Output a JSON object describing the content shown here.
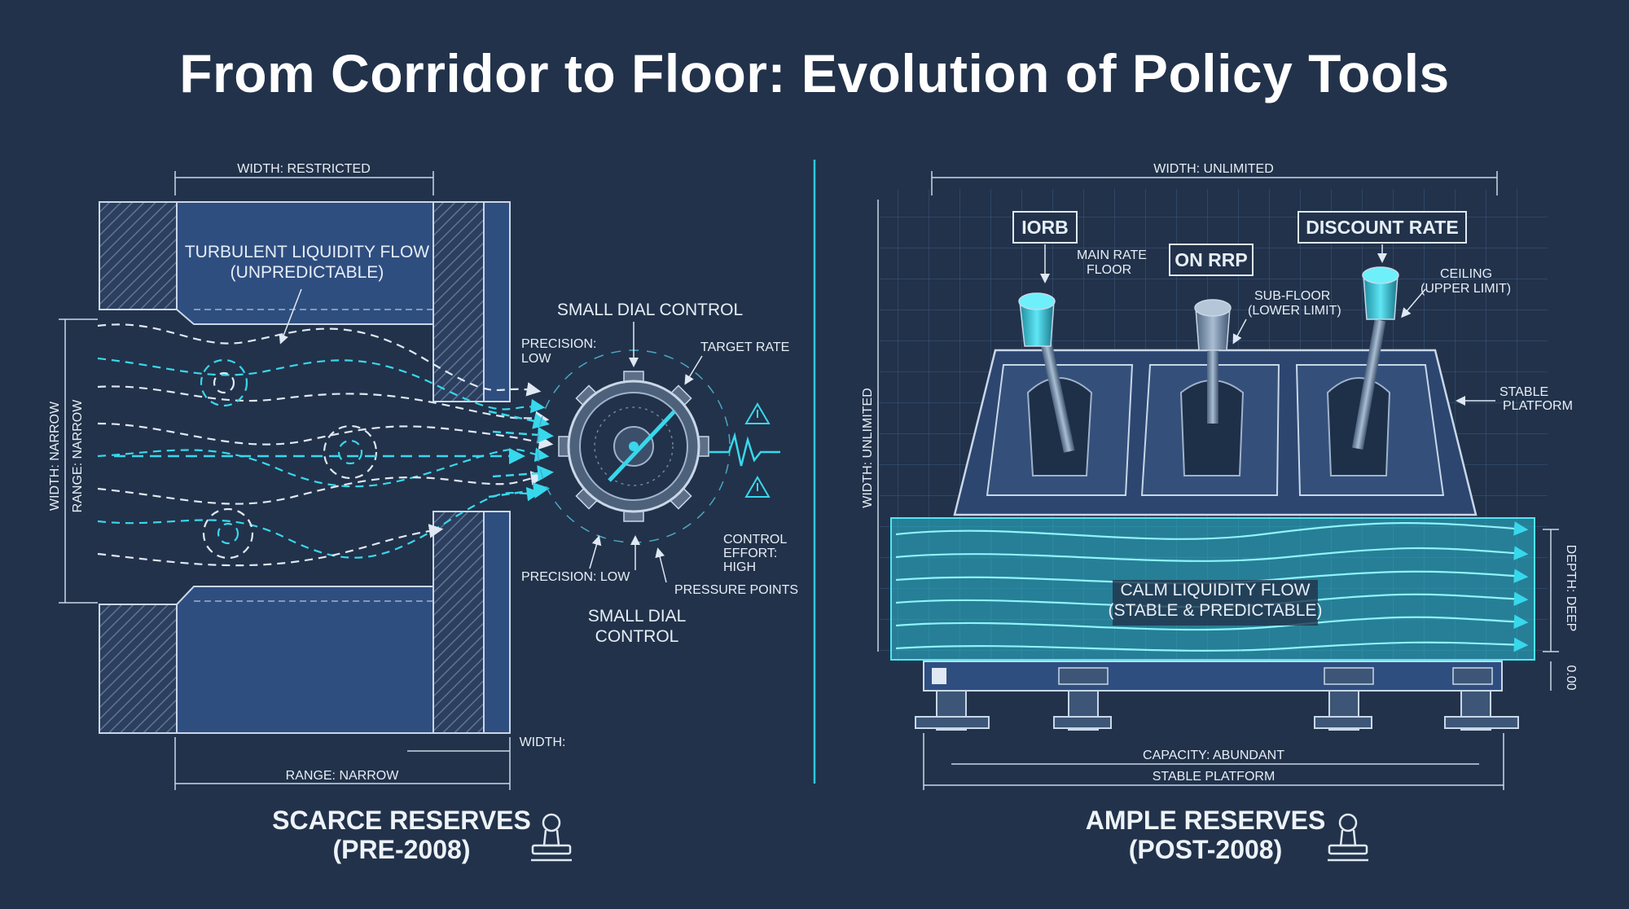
{
  "title": "From Corridor to Floor: Evolution of Policy Tools",
  "left_panel": {
    "width_label": "WIDTH: RESTRICTED",
    "flow_label": [
      "TURBULENT LIQUIDITY FLOW",
      "(UNPREDICTABLE)"
    ],
    "vertical_labels": [
      "WIDTH: NARROW",
      "RANGE: NARROW"
    ],
    "dial_title": "SMALL DIAL CONTROL",
    "precision_top": [
      "PRECISION:",
      "LOW"
    ],
    "target_rate": "TARGET RATE",
    "control_effort": [
      "CONTROL",
      "EFFORT:",
      "HIGH"
    ],
    "precision_bottom": "PRECISION: LOW",
    "pressure_points": "PRESSURE POINTS",
    "dial_bottom": [
      "SMALL DIAL",
      "CONTROL"
    ],
    "width_small": "WIDTH:",
    "range_label": "RANGE: NARROW",
    "footer": [
      "SCARCE RESERVES",
      "(PRE-2008)"
    ]
  },
  "right_panel": {
    "width_label": "WIDTH: UNLIMITED",
    "vertical_label": "WIDTH: UNLIMITED",
    "levers": [
      {
        "name": "IORB",
        "note": [
          "MAIN RATE",
          "FLOOR"
        ]
      },
      {
        "name": "ON RRP",
        "note": [
          "SUB-FLOOR",
          "(LOWER LIMIT)"
        ]
      },
      {
        "name": "DISCOUNT RATE",
        "note": [
          "CEILING",
          "(UPPER LIMIT)"
        ]
      }
    ],
    "stable_platform_side": [
      "STABLE",
      "PLATFORM"
    ],
    "flow_label": [
      "CALM LIQUIDITY FLOW",
      "(STABLE & PREDICTABLE)"
    ],
    "right_vertical": "DEPTH: DEEP",
    "right_small": "0.00",
    "capacity": "CAPACITY: ABUNDANT",
    "stable_platform_bottom": "STABLE PLATFORM",
    "footer": [
      "AMPLE RESERVES",
      "(POST-2008)"
    ]
  },
  "colors": {
    "background": "#22324a",
    "accent": "#2fd3e6",
    "panel": "#2f4e80",
    "line": "#c9d7e8"
  },
  "icons": [
    "gear-dial-icon",
    "warning-icon",
    "stamp-icon",
    "lever-icon"
  ]
}
